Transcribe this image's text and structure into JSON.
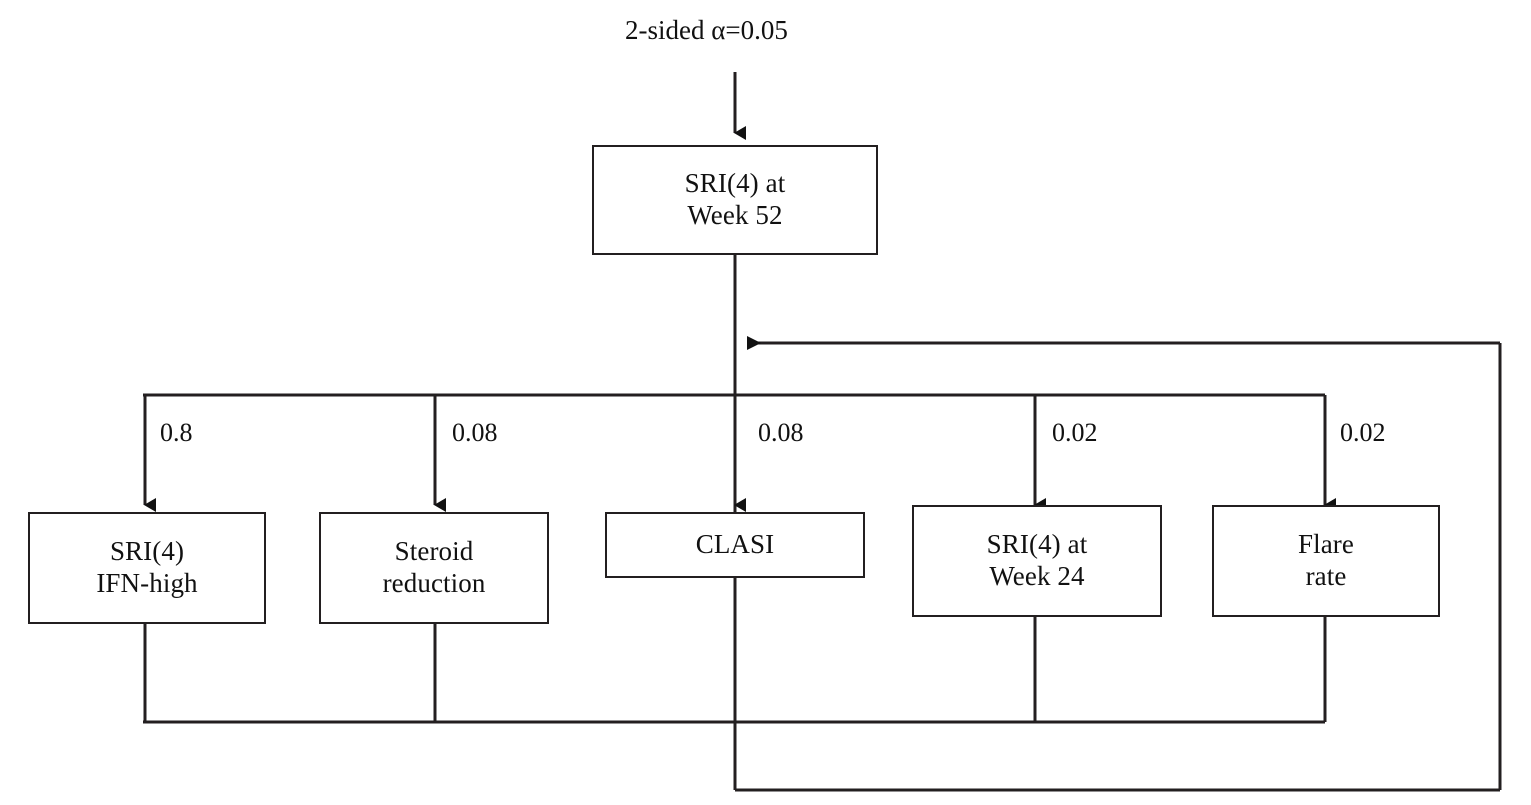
{
  "diagram": {
    "type": "graphical-testing-procedure",
    "alpha_label": "2-sided α=0.05",
    "root": {
      "id": "sri4-week52",
      "line1": "SRI(4) at",
      "line2": "Week 52"
    },
    "nodes": [
      {
        "id": "sri4-ifn-high",
        "line1": "SRI(4)",
        "line2": "IFN-high",
        "weight": "0.8"
      },
      {
        "id": "steroid-reduction",
        "line1": "Steroid",
        "line2": "reduction",
        "weight": "0.08"
      },
      {
        "id": "clasi",
        "line1": "CLASI",
        "line2": "",
        "weight": "0.08"
      },
      {
        "id": "sri4-week24",
        "line1": "SRI(4) at",
        "line2": "Week 24",
        "weight": "0.02"
      },
      {
        "id": "flare-rate",
        "line1": "Flare",
        "line2": "rate",
        "weight": "0.02"
      }
    ],
    "colors": {
      "stroke": "#231f20",
      "text": "#111111",
      "background": "#ffffff"
    }
  }
}
